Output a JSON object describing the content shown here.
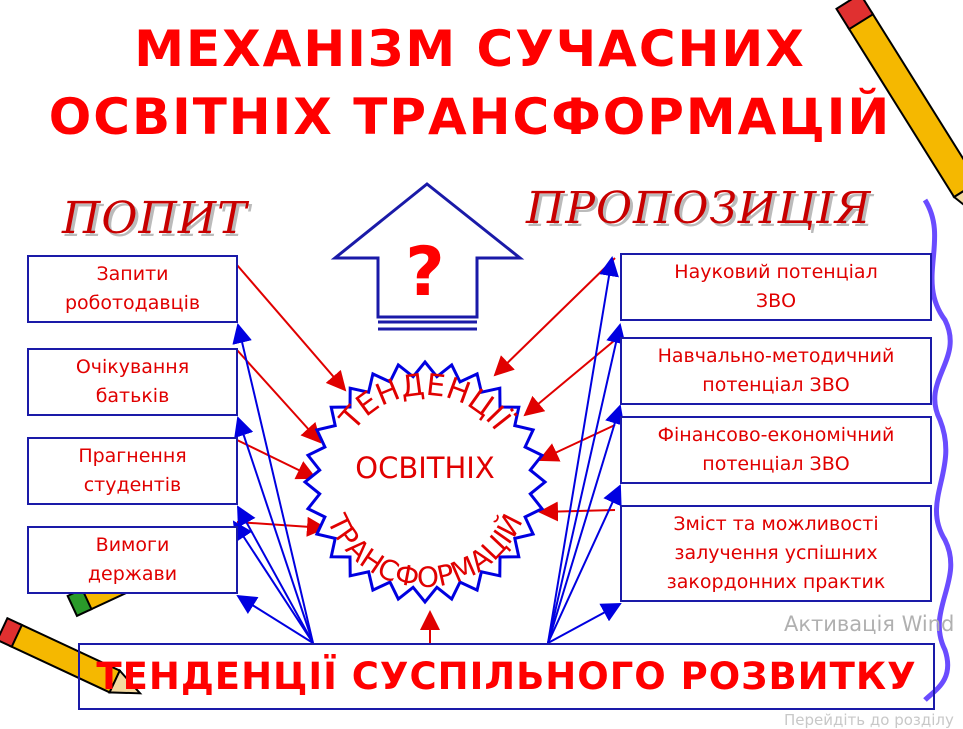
{
  "title": {
    "line1": "МЕХАНІЗМ СУЧАСНИХ",
    "line2": "ОСВІТНІХ ТРАНСФОРМАЦІЙ"
  },
  "demand": {
    "heading": "ПОПИТ",
    "items": [
      "Запити\nроботодавців",
      "Очікування\nбатьків",
      "Прагнення\nстудентів",
      "Вимоги\nдержави"
    ]
  },
  "supply": {
    "heading": "ПРОПОЗИЦІЯ",
    "items": [
      "Науковий потенціал\nЗВО",
      "Навчально-методичний\nпотенціал ЗВО",
      "Фінансово-економічний\nпотенціал ЗВО",
      "Зміст та можливості\nзалучення успішних\nзакордонних практик"
    ]
  },
  "center": {
    "top": "ТЕНДЕНЦІЇ",
    "middle": "ОСВІТНІХ",
    "bottom": "ТРАНСФОРМАЦІЙ",
    "question": "?"
  },
  "bottom_bar": "ТЕНДЕНЦІЇ СУСПІЛЬНОГО РОЗВИТКУ",
  "watermark": {
    "line1": "Активація Wind",
    "line2": "Перейдіть до розділу"
  },
  "colors": {
    "text": "#ff0000",
    "outline": "#1a1aa8",
    "arrow_red": "#e00000",
    "arrow_blue": "#0000e0",
    "squiggle": "#6a4cff"
  }
}
